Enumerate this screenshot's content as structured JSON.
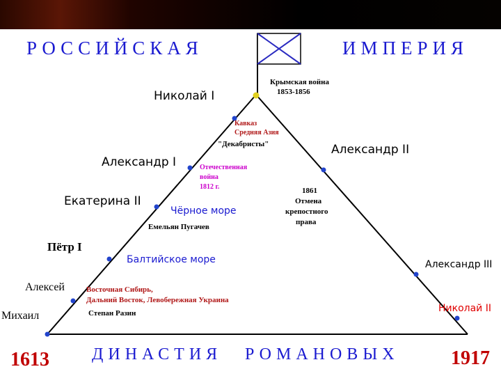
{
  "header": {
    "title_left": "РОССИЙСКАЯ",
    "title_right": "ИМПЕРИЯ"
  },
  "footer": {
    "start_year": "1613",
    "end_year": "1917",
    "caption_left": "ДИНАСТИЯ",
    "caption_right": "РОМАНОВЫХ"
  },
  "rulers": {
    "nikolai_1": "Николай I",
    "alexander_1": "Александр I",
    "ekaterina_2": "Екатерина II",
    "petr_1": "Пётр I",
    "alexei": "Алексей",
    "mikhail": "Михаил",
    "alexander_2": "Александр II",
    "alexander_3": "Александр III",
    "nikolai_2": "Николай II"
  },
  "events": {
    "crimean_war": [
      "Крымская война",
      "1853-1856"
    ],
    "caucasus": [
      "Кавказ",
      "Средняя Азия"
    ],
    "decembrists": "\"Декабристы\"",
    "patriotic_war": [
      "Отечественная",
      "война",
      "1812 г."
    ],
    "black_sea": "Чёрное море",
    "pugachev": "Емельян Пугачев",
    "serfdom": [
      "1861",
      "Отмена",
      "крепостного",
      "права"
    ],
    "baltic_sea": "Балтийское море",
    "east": [
      "Восточная Сибирь,",
      "Дальний Восток, Левобережная Украина"
    ],
    "razin": "Степан Разин"
  },
  "colors": {
    "header_text": "#1a1ad0",
    "footer_caption": "#1a1ad0",
    "year": "#c00000",
    "dark_red": "#b01818",
    "magenta": "#cc00cc",
    "blue": "#1a1ad0",
    "red": "#e00000",
    "marker": "#2244cc",
    "apex_marker": "#e0d020"
  },
  "icons": {
    "flag": "andreevsky-flag-icon"
  }
}
